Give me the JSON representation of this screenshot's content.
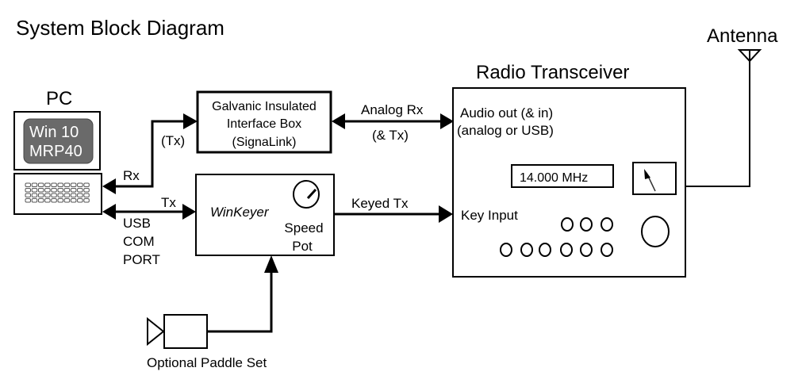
{
  "title": "System Block Diagram",
  "pc": {
    "label": "PC",
    "screen_line1": "Win 10",
    "screen_line2": "MRP40",
    "screen_color": "#6a6a6a"
  },
  "interface_box": {
    "line1": "Galvanic Insulated",
    "line2": "Interface Box",
    "line3": "(SignaLink)"
  },
  "winkeyer": {
    "name": "WinKeyer",
    "pot_line1": "Speed",
    "pot_line2": "Pot"
  },
  "radio": {
    "label": "Radio Transceiver",
    "audio_line1": "Audio out (& in)",
    "audio_line2": "(analog or USB)",
    "frequency": "14.000 MHz",
    "key_input": "Key Input"
  },
  "antenna": {
    "label": "Antenna"
  },
  "paddle": {
    "label": "Optional Paddle Set"
  },
  "connections": {
    "tx_paren": "(Tx)",
    "rx": "Rx",
    "tx": "Tx",
    "usb_line1": "USB",
    "usb_line2": "COM",
    "usb_line3": "PORT",
    "analog_line1": "Analog Rx",
    "analog_line2": "(& Tx)",
    "keyed_tx": "Keyed Tx"
  }
}
